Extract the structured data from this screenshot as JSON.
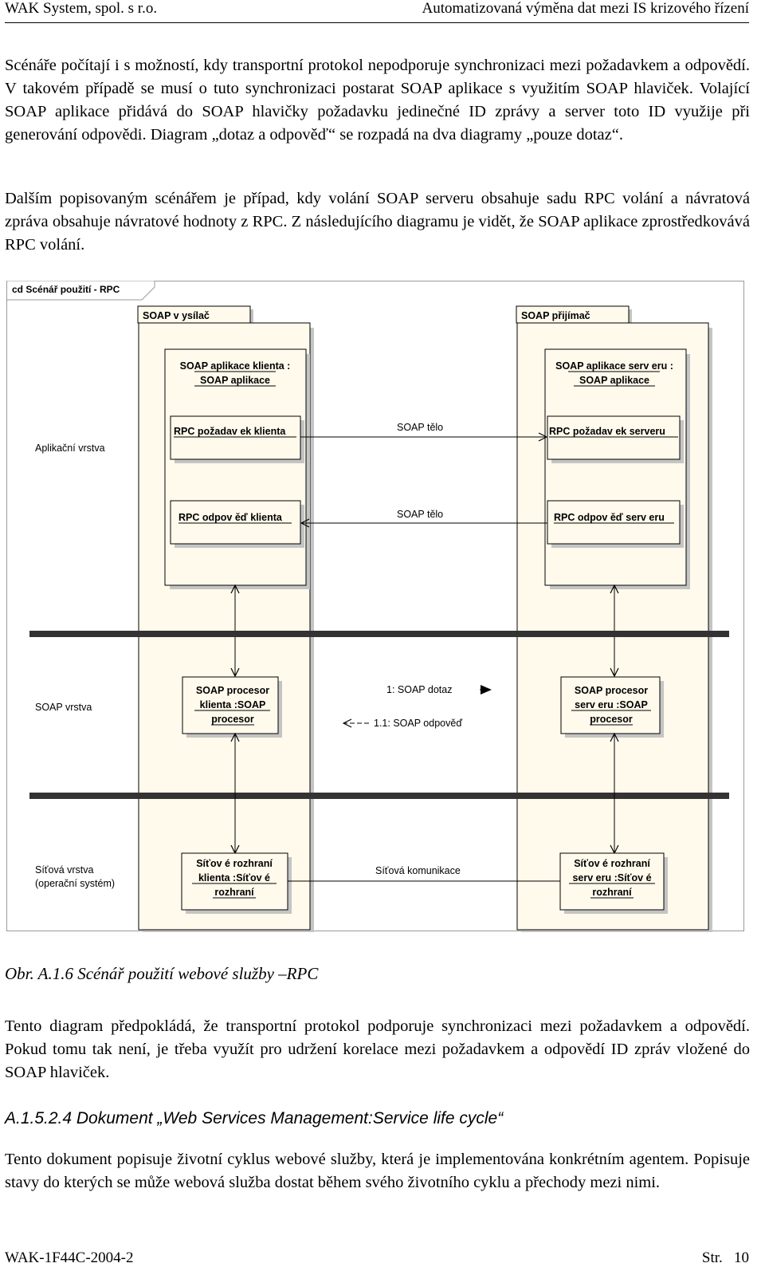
{
  "header": {
    "left": "WAK System, spol. s r.o.",
    "right": "Automatizovaná výměna dat mezi IS krizového řízení"
  },
  "paragraphs": {
    "p1": "Scénáře počítají i s možností, kdy transportní protokol nepodporuje synchronizaci mezi požadavkem a odpovědí. V takovém případě se musí o tuto synchronizaci postarat SOAP aplikace s využitím SOAP hlaviček. Volající SOAP aplikace přidává do SOAP hlavičky požadavku jedinečné ID zprávy a server toto ID využije při generování odpovědi. Diagram „dotaz a odpověď“ se rozpadá na dva diagramy „pouze dotaz“.",
    "p2": "Dalším popisovaným scénářem je případ, kdy volání SOAP serveru obsahuje sadu RPC volání a návratová zpráva obsahuje návratové hodnoty z RPC. Z následujícího diagramu je vidět, že SOAP aplikace zprostředkovává RPC volání.",
    "p3": "Tento diagram předpokládá, že transportní protokol podporuje synchronizaci mezi požadavkem a odpovědí. Pokud tomu tak není, je třeba využít pro udržení korelace mezi požadavkem a odpovědí ID zpráv vložené do SOAP hlaviček.",
    "p4": "Tento dokument popisuje životní cyklus webové služby, která je implementována konkrétním agentem. Popisuje stavy do kterých se může webová služba dostat během svého životního cyklu a přechody mezi nimi."
  },
  "diagram": {
    "frame_label": "cd Scénář použití - RPC",
    "sender_title": "SOAP v ysílač",
    "receiver_title": "SOAP přijímač",
    "client_app": [
      "SOAP aplikace klienta :",
      "SOAP aplikace"
    ],
    "server_app": [
      "SOAP aplikace serv eru :",
      "SOAP aplikace"
    ],
    "rpc_request_client": "RPC požadav ek klienta",
    "rpc_request_server": "RPC požadav ek serveru",
    "rpc_response_client": "RPC odpov ěď klienta",
    "rpc_response_server": "RPC odpov ěď serv eru",
    "soap_body_1": "SOAP tělo",
    "soap_body_2": "SOAP tělo",
    "layer_app": "Aplikační vrstva",
    "layer_soap": "SOAP vrstva",
    "layer_net": [
      "Síťová vrstva",
      "(operační systém)"
    ],
    "client_processor": [
      "SOAP procesor",
      "klienta :SOAP",
      "procesor"
    ],
    "server_processor": [
      "SOAP procesor",
      "serv eru :SOAP",
      "procesor"
    ],
    "soap_query": "1: SOAP dotaz",
    "soap_response": "1.1: SOAP odpověď",
    "client_net": [
      "Síťov é rozhraní",
      "klienta :Síťov é",
      "rozhraní"
    ],
    "server_net": [
      "Síťov é rozhraní",
      "serv eru :Síťov é",
      "rozhraní"
    ],
    "net_comm": "Síťová komunikace"
  },
  "caption": "Obr. A.1.6 Scénář použití webové služby –RPC",
  "section_heading": "A.1.5.2.4 Dokument „Web Services Management:Service life cycle“",
  "footer": {
    "left": "WAK-1F44C-2004-2",
    "right": "Str.   10"
  },
  "colors": {
    "box_fill": "#fffaec",
    "bar": "#333333"
  }
}
